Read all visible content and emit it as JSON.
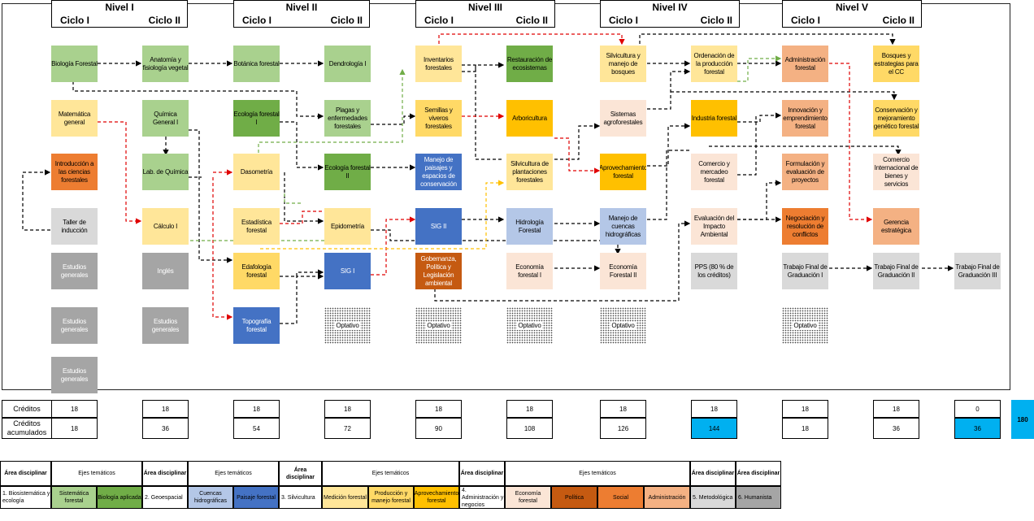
{
  "levels": [
    {
      "name": "Nivel I",
      "c1": "Ciclo I",
      "c2": "Ciclo II"
    },
    {
      "name": "Nivel II",
      "c1": "Ciclo I",
      "c2": "Ciclo II"
    },
    {
      "name": "Nivel III",
      "c1": "Ciclo I",
      "c2": "Ciclo II"
    },
    {
      "name": "Nivel IV",
      "c1": "Ciclo I",
      "c2": "Ciclo II"
    },
    {
      "name": "Nivel V",
      "c1": "Ciclo I",
      "c2": "Ciclo II"
    }
  ],
  "courses": {
    "biologia": "Biología Forestal",
    "matematica": "Matemática general",
    "introduccion": "Introducción a las ciencias forestales",
    "taller": "Taller de inducción",
    "eg1": "Estudios generales",
    "eg2": "Estudios generales",
    "eg3": "Estudios generales",
    "anatomia": "Anatomía y fisiología vegetal",
    "quimica": "Química General I",
    "labquim": "Lab. de Química",
    "calculo": "Cálculo I",
    "ingles": "Inglés",
    "eg4": "Estudios generales",
    "botanica": "Botánica forestal",
    "ecologia1": "Ecología forestal I",
    "dasometria": "Dasometría",
    "estadistica": "Estadística forestal",
    "edafologia": "Edafología forestal",
    "topografia": "Topografía forestal",
    "dendrologia": "Dendrología I",
    "plagas": "Plagas y enfermedades forestales",
    "ecologia2": "Ecología forestal II",
    "epidometria": "Epidometría",
    "sig1": "SIG I",
    "opt1": "Optativo",
    "inventarios": "Inventarios forestales",
    "semillas": "Semillas y viveros forestales",
    "manejopais": "Manejo de paisajes y espacios de conservación",
    "sig2": "SIG II",
    "gobernanza": "Gobernanza, Política y Legislación ambiental",
    "opt2": "Optativo",
    "restauracion": "Restauración de ecosistemas",
    "arboricultura": "Arboricultura",
    "silviplant": "Silvicultura de plantaciones forestales",
    "hidrologia": "Hidrología Forestal",
    "economia1": "Economía forestal I",
    "opt3": "Optativo",
    "silvibosques": "Silvicultura y manejo de bosques",
    "agroforestales": "Sistemas agroforestales",
    "aprovechamiento": "Aprovechamiento forestal",
    "cuencas": "Manejo de cuencas hidrográficas",
    "economia2": "Economía Forestal II",
    "opt4": "Optativo",
    "ordenacion": "Ordenación de la producción forestal",
    "industria": "Industria forestal",
    "comercio": "Comercio y mercadeo forestal",
    "evaluacion": "Evaluación del Impacto Ambiental",
    "pps": "PPS (80 % de los créditos)",
    "administracion": "Administración forestal",
    "innovacion": "Innovación y emprendimiento forestal",
    "formulacion": "Formulación y evaluación de proyectos",
    "negociacion": "Negociación y resolución de conflictos",
    "tfg1": "Trabajo Final de Graduación I",
    "opt5": "Optativo",
    "bosquescc": "Bosques y estrategias para el CC",
    "conservacion": "Conservación y mejoramiento genético forestal",
    "comercioint": "Comercio Internacional de bienes y servicios",
    "gerencia": "Gerencia estratégica",
    "tfg2": "Trabajo Final de Graduación II",
    "tfg3": "Trabajo Final de Graduación III"
  },
  "credits": {
    "label_creditos": "Créditos",
    "label_acumulados": "Créditos acumulados",
    "per_cycle": [
      "18",
      "18",
      "18",
      "18",
      "18",
      "18",
      "18",
      "18",
      "18",
      "18",
      "0"
    ],
    "accumulated": [
      "18",
      "36",
      "54",
      "72",
      "90",
      "108",
      "126",
      "144",
      "18",
      "36",
      "36"
    ],
    "total": "180"
  },
  "legend": {
    "area_header": "Área disciplinar",
    "ejes_header": "Ejes temáticos",
    "areas": [
      "1. Biosistemática y ecología",
      "2. Geoespacial",
      "3. Silvicultura",
      "4. Administración y negocios",
      "5. Metodológica",
      "6. Humanista"
    ],
    "ejes": [
      "Sistemática forestal",
      "Biología aplicada",
      "Cuencas hidrográficas",
      "Paisaje forestal",
      "Medición forestal",
      "Producción y manejo forestal",
      "Aprovechamiento forestal",
      "Economía forestal",
      "Política",
      "Social",
      "Administración"
    ]
  },
  "colors": {
    "light_green": "#a9d18e",
    "green": "#70ad47",
    "light_blue": "#b4c7e7",
    "blue": "#4472c4",
    "light_yellow": "#ffe699",
    "yellow": "#ffd966",
    "gold": "#ffc000",
    "light_peach": "#fbe5d6",
    "brown": "#c55a11",
    "orange": "#ed7d31",
    "salmon": "#f4b183",
    "gray": "#a5a5a5",
    "light_gray": "#d9d9d9",
    "cyan": "#00b0f0"
  }
}
